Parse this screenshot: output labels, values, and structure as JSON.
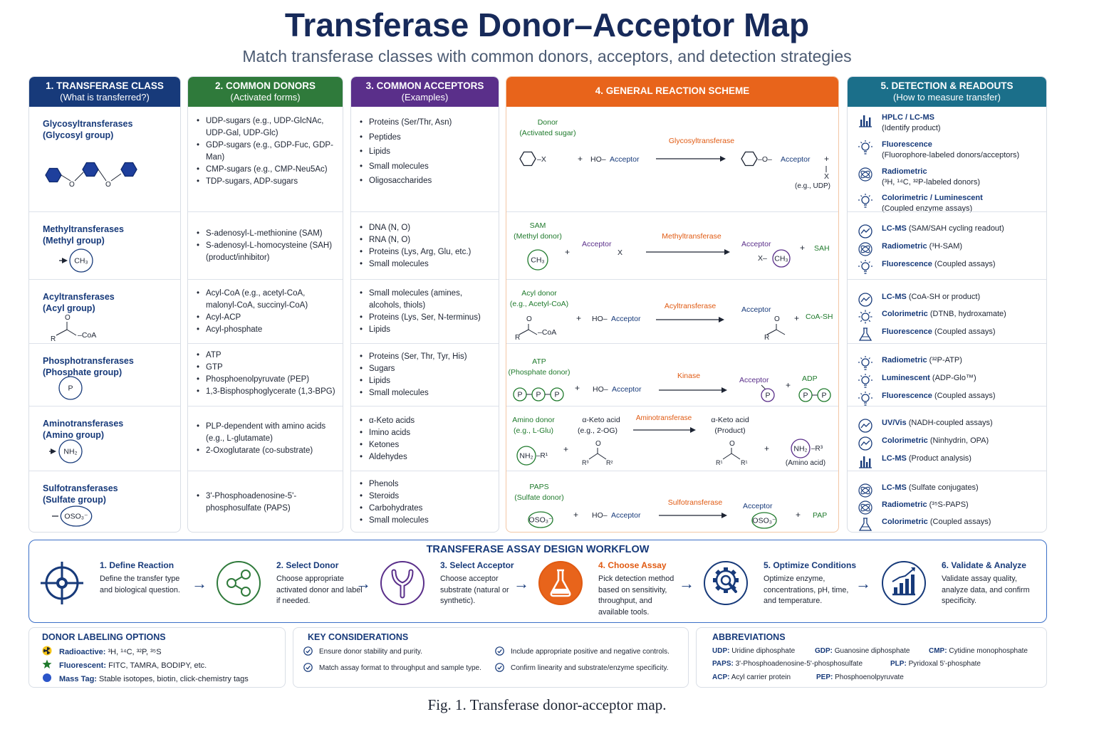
{
  "title": "Transferase Donor–Acceptor Map",
  "subtitle": "Match transferase classes with common donors, acceptors, and detection strategies",
  "colors": {
    "col1": "#173a7a",
    "col2": "#2f7a3b",
    "col3": "#5a2f8a",
    "col4": "#e8641b",
    "col5": "#1b6f8a",
    "hex_blue": "#1e3f9c",
    "accent_orange": "#e05a12",
    "donor_green": "#1f7a2c"
  },
  "columns": {
    "c1": {
      "h1": "1. TRANSFERASE CLASS",
      "h2": "(What is transferred?)"
    },
    "c2": {
      "h1": "2. COMMON DONORS",
      "h2": "(Activated forms)"
    },
    "c3": {
      "h1": "3. COMMON ACCEPTORS",
      "h2": "(Examples)"
    },
    "c4": {
      "h1": "4. GENERAL REACTION SCHEME"
    },
    "c5": {
      "h1": "5. DETECTION & READOUTS",
      "h2": "(How to measure transfer)"
    }
  },
  "rows": [
    {
      "cls": "Glycosyltransferases",
      "group": "(Glycosyl group)",
      "donors": [
        "UDP-sugars (e.g., UDP-GlcNAc, UDP-Gal, UDP-Glc)",
        "GDP-sugars (e.g., GDP-Fuc, GDP-Man)",
        "CMP-sugars (e.g., CMP-Neu5Ac)",
        "TDP-sugars, ADP-sugars"
      ],
      "acceptors": [
        "Proteins (Ser/Thr, Asn)",
        "Peptides",
        "Lipids",
        "Small molecules",
        "Oligosaccharides"
      ],
      "rx": {
        "donor": "Donor",
        "donor_sub": "(Activated sugar)",
        "enzyme": "Glycosyltransferase",
        "x": "X",
        "plus": "+",
        "ho": "HO",
        "acceptor": "Acceptor",
        "o_acc": "O",
        "byproduct": "X",
        "byproduct_sub": "(e.g., UDP)"
      },
      "detect": [
        {
          "name": "HPLC / LC-MS",
          "desc": "(Identify product)",
          "icon": "bar-chart-icon"
        },
        {
          "name": "Fluorescence",
          "desc": "(Fluorophore-labeled donors/acceptors)",
          "icon": "bulb-icon"
        },
        {
          "name": "Radiometric",
          "desc": "(³H, ¹⁴C, ³²P-labeled donors)",
          "icon": "atom-icon"
        },
        {
          "name": "Colorimetric / Luminescent",
          "desc": "(Coupled enzyme assays)",
          "icon": "bulb-icon"
        }
      ]
    },
    {
      "cls": "Methyltransferases",
      "group": "(Methyl group)",
      "glyph": "CH₃",
      "donors": [
        "S-adenosyl-L-methionine (SAM)",
        "S-adenosyl-L-homocysteine (SAH) (product/inhibitor)"
      ],
      "acceptors": [
        "DNA (N, O)",
        "RNA (N, O)",
        "Proteins (Lys, Arg, Glu, etc.)",
        "Small molecules"
      ],
      "rx": {
        "donor": "SAM",
        "donor_sub": "(Methyl donor)",
        "glyph": "CH₃",
        "enzyme": "Methyltransferase",
        "acceptor": "Acceptor",
        "x": "X",
        "byproduct": "SAH"
      },
      "detect": [
        {
          "name": "LC-MS",
          "desc": "(SAM/SAH cycling readout)",
          "icon": "gauge-icon"
        },
        {
          "name": "Radiometric",
          "desc": "(³H-SAM)",
          "icon": "atom-icon"
        },
        {
          "name": "Fluorescence",
          "desc": "(Coupled assays)",
          "icon": "bulb-icon"
        }
      ]
    },
    {
      "cls": "Acyltransferases",
      "group": "(Acyl group)",
      "glyph": "CoA",
      "donors": [
        "Acyl-CoA (e.g., acetyl-CoA, malonyl-CoA, succinyl-CoA)",
        "Acyl-ACP",
        "Acyl-phosphate"
      ],
      "acceptors": [
        "Small molecules (amines, alcohols, thiols)",
        "Proteins (Lys, Ser, N-terminus)",
        "Lipids"
      ],
      "rx": {
        "donor": "Acyl donor",
        "donor_sub": "(e.g., Acetyl-CoA)",
        "glyph": "CoA",
        "enzyme": "Acyltransferase",
        "ho": "HO",
        "acceptor": "Acceptor",
        "byproduct": "CoA-SH"
      },
      "detect": [
        {
          "name": "LC-MS",
          "desc": "(CoA-SH or product)",
          "icon": "gauge-icon"
        },
        {
          "name": "Colorimetric",
          "desc": "(DTNB, hydroxamate)",
          "icon": "sun-icon"
        },
        {
          "name": "Fluorescence",
          "desc": "(Coupled assays)",
          "icon": "flask-icon"
        }
      ]
    },
    {
      "cls": "Phosphotransferases",
      "group": "(Phosphate group)",
      "glyph": "P",
      "donors": [
        "ATP",
        "GTP",
        "Phosphoenolpyruvate (PEP)",
        "1,3-Bisphosphoglycerate (1,3-BPG)"
      ],
      "acceptors": [
        "Proteins (Ser, Thr, Tyr, His)",
        "Sugars",
        "Lipids",
        "Small molecules"
      ],
      "rx": {
        "donor": "ATP",
        "donor_sub": "(Phosphate donor)",
        "glyph": "P",
        "enzyme": "Kinase",
        "ho": "HO",
        "acceptor": "Acceptor",
        "byproduct": "ADP"
      },
      "detect": [
        {
          "name": "Radiometric",
          "desc": "(³²P-ATP)",
          "icon": "bulb-icon"
        },
        {
          "name": "Luminescent",
          "desc": "(ADP-Glo™)",
          "icon": "bulb-icon"
        },
        {
          "name": "Fluorescence",
          "desc": "(Coupled assays)",
          "icon": "bulb-icon"
        }
      ]
    },
    {
      "cls": "Aminotransferases",
      "group": "(Amino group)",
      "glyph": "NH₂",
      "donors": [
        "PLP-dependent with amino acids (e.g., L-glutamate)",
        "2-Oxoglutarate (co-substrate)"
      ],
      "acceptors": [
        "α-Keto acids",
        "Imino acids",
        "Ketones",
        "Aldehydes"
      ],
      "rx": {
        "donor": "Amino donor",
        "donor_sub": "(e.g., L-Glu)",
        "glyph": "NH₂",
        "r1": "R¹",
        "keto": "α-Keto acid",
        "keto_sub": "(e.g., 2-OG)",
        "enzyme": "Aminotransferase",
        "product": "α-Keto acid",
        "product_sub": "(Product)",
        "r2": "R²",
        "r3": "R³",
        "byproduct_sub": "(Amino acid)"
      },
      "detect": [
        {
          "name": "UV/Vis",
          "desc": "(NADH-coupled assays)",
          "icon": "gauge-icon"
        },
        {
          "name": "Colorimetric",
          "desc": "(Ninhydrin, OPA)",
          "icon": "gauge-icon"
        },
        {
          "name": "LC-MS",
          "desc": "(Product analysis)",
          "icon": "bar-chart-icon"
        }
      ]
    },
    {
      "cls": "Sulfotransferases",
      "group": "(Sulfate group)",
      "glyph": "OSO₃⁻",
      "donors": [
        "3'-Phosphoadenosine-5'-phosphosulfate (PAPS)"
      ],
      "acceptors": [
        "Phenols",
        "Steroids",
        "Carbohydrates",
        "Small molecules"
      ],
      "rx": {
        "donor": "PAPS",
        "donor_sub": "(Sulfate donor)",
        "glyph": "OSO₃⁻",
        "enzyme": "Sulfotransferase",
        "ho": "HO",
        "acceptor": "Acceptor",
        "byproduct": "PAP"
      },
      "detect": [
        {
          "name": "LC-MS",
          "desc": "(Sulfate conjugates)",
          "icon": "atom-icon"
        },
        {
          "name": "Radiometric",
          "desc": "(³⁵S-PAPS)",
          "icon": "atom-icon"
        },
        {
          "name": "Colorimetric",
          "desc": "(Coupled assays)",
          "icon": "flask-icon"
        }
      ]
    }
  ],
  "workflow": {
    "title": "TRANSFERASE ASSAY DESIGN WORKFLOW",
    "steps": [
      {
        "h": "1. Define Reaction",
        "d": "Define the transfer type and biological question.",
        "icon": "crosshair-icon"
      },
      {
        "h": "2. Select Donor",
        "d": "Choose appropriate activated donor and label if needed.",
        "icon": "share-icon"
      },
      {
        "h": "3. Select Acceptor",
        "d": "Choose acceptor substrate (natural or synthetic).",
        "icon": "fork-icon"
      },
      {
        "h": "4. Choose Assay",
        "d": "Pick detection method based on sensitivity, throughput, and available tools.",
        "icon": "flask-icon"
      },
      {
        "h": "5. Optimize Conditions",
        "d": "Optimize enzyme, concentrations, pH, time, and temperature.",
        "icon": "gear-search-icon"
      },
      {
        "h": "6. Validate & Analyze",
        "d": "Validate assay quality, analyze data, and confirm specificity.",
        "icon": "chart-icon"
      }
    ]
  },
  "labeling": {
    "title": "DONOR LABELING OPTIONS",
    "items": [
      {
        "k": "Radioactive:",
        "v": "³H, ¹⁴C, ³²P, ³⁵S",
        "icon": "radiation-icon"
      },
      {
        "k": "Fluorescent:",
        "v": "FITC, TAMRA, BODIPY, etc.",
        "icon": "star-icon"
      },
      {
        "k": "Mass Tag:",
        "v": "Stable isotopes, biotin, click-chemistry tags",
        "icon": "dot-icon"
      }
    ]
  },
  "considerations": {
    "title": "KEY CONSIDERATIONS",
    "items": [
      "Ensure donor stability and purity.",
      "Include appropriate positive and negative controls.",
      "Match assay format to throughput and sample type.",
      "Confirm linearity and substrate/enzyme specificity."
    ]
  },
  "abbreviations": {
    "title": "ABBREVIATIONS",
    "items": [
      {
        "k": "UDP:",
        "v": "Uridine diphosphate"
      },
      {
        "k": "GDP:",
        "v": "Guanosine diphosphate"
      },
      {
        "k": "CMP:",
        "v": "Cytidine monophosphate"
      },
      {
        "k": "PAPS:",
        "v": "3'-Phosphoadenosine-5'-phosphosulfate"
      },
      {
        "k": "PLP:",
        "v": "Pyridoxal 5'-phosphate"
      },
      {
        "k": "ACP:",
        "v": "Acyl carrier protein"
      },
      {
        "k": "PEP:",
        "v": "Phosphoenolpyruvate"
      }
    ]
  },
  "caption": "Fig. 1.  Transferase donor-acceptor map."
}
